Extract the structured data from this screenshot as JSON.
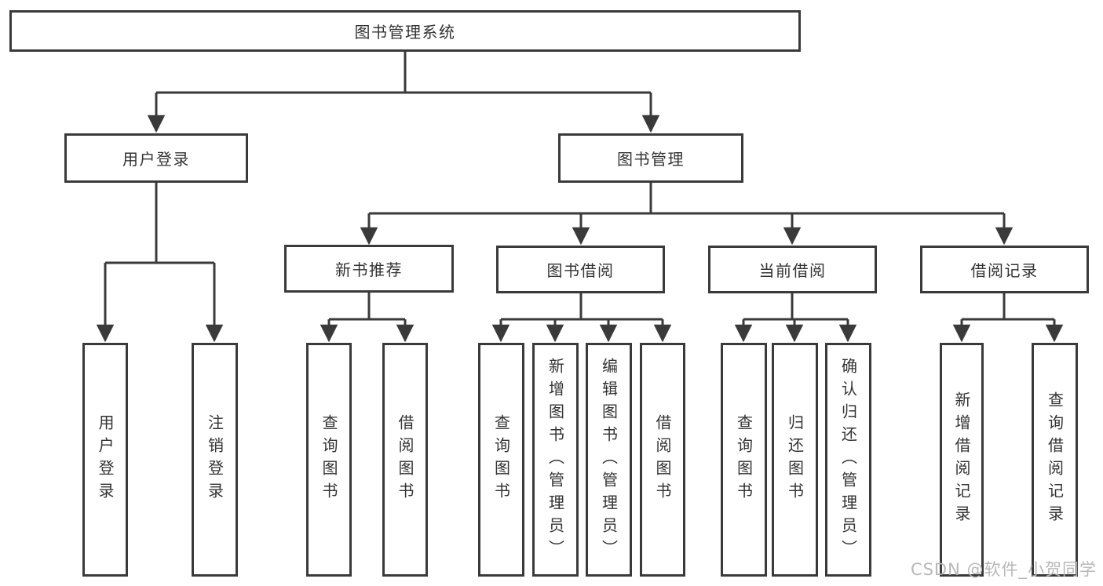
{
  "diagram": {
    "root": {
      "label": "图书管理系统"
    },
    "level2": {
      "user_login": {
        "label": "用户登录"
      },
      "book_management": {
        "label": "图书管理"
      }
    },
    "level3": {
      "new_book_recommend": {
        "label": "新书推荐"
      },
      "book_borrow": {
        "label": "图书借阅"
      },
      "current_borrow": {
        "label": "当前借阅"
      },
      "borrow_records": {
        "label": "借阅记录"
      }
    },
    "leaves": {
      "login": [
        "用户登录",
        "注销登录"
      ],
      "new_book_recommend": [
        "查询图书",
        "借阅图书"
      ],
      "book_borrow": [
        "查询图书",
        "新增图书（管理员）",
        "编辑图书（管理员）",
        "借阅图书"
      ],
      "current_borrow": [
        "查询图书",
        "归还图书",
        "确认归还（管理员）"
      ],
      "borrow_records": [
        "新增借阅记录",
        "查询借阅记录"
      ]
    }
  },
  "watermark": {
    "text": "CSDN @软件_小贺同学"
  },
  "colors": {
    "line": "#3a3a3a",
    "box_border": "#3a3a3a",
    "box_fill": "#ffffff",
    "text": "#333333",
    "watermark": "#b8b8b8",
    "background": "#ffffff"
  }
}
